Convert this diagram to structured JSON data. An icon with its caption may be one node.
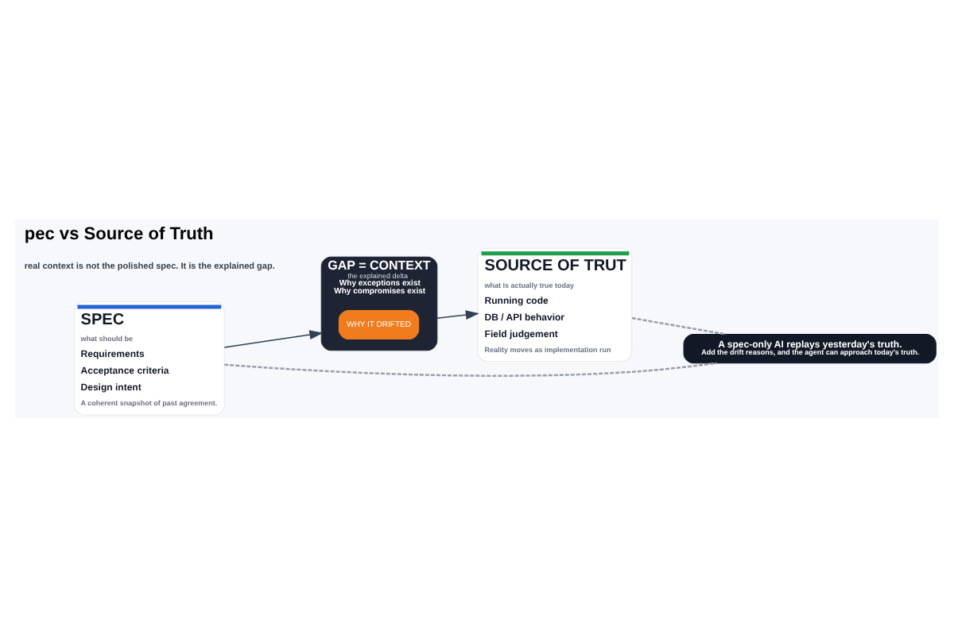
{
  "diagram": {
    "title": "pec vs Source of Truth",
    "nodes": [
      {
        "text": [
          "SPEC",
          "what should be",
          "Requirements",
          "Acceptance criteria",
          "Design intent",
          "A coherent snapshot of past agreement."
        ]
      },
      {
        "text": [
          "GAP = CONTEXT",
          "the explained delta",
          "Why exceptions exist",
          "Why compromises exist"
        ]
      },
      {
        "text": [
          "WHY IT DRIFTED"
        ],
        "in": 1
      },
      {
        "text": [
          "SOURCE OF TRUT",
          "what is actually true today",
          "Running code",
          "DB / API behavior",
          "Field judgement",
          "Reality moves as implementation run"
        ]
      },
      {
        "text": [
          "A spec-only AI replays yesterday's truth.",
          "Add the drift reasons, and the agent can approach today's truth."
        ]
      }
    ],
    "edges": [
      {
        "from": 0,
        "to": 1,
        "arrow": "to"
      },
      {
        "from": 1,
        "to": 3,
        "arrow": "to"
      },
      {
        "from": 0,
        "to": 4,
        "arrow": "none",
        "style": "dashed",
        "color": "#9aa0aa"
      },
      {
        "from": 3,
        "to": 4,
        "arrow": "none",
        "style": "dashed",
        "color": "#9aa0aa"
      }
    ],
    "labels": [
      "real context is not the polished spec. It is the explained gap."
    ]
  }
}
